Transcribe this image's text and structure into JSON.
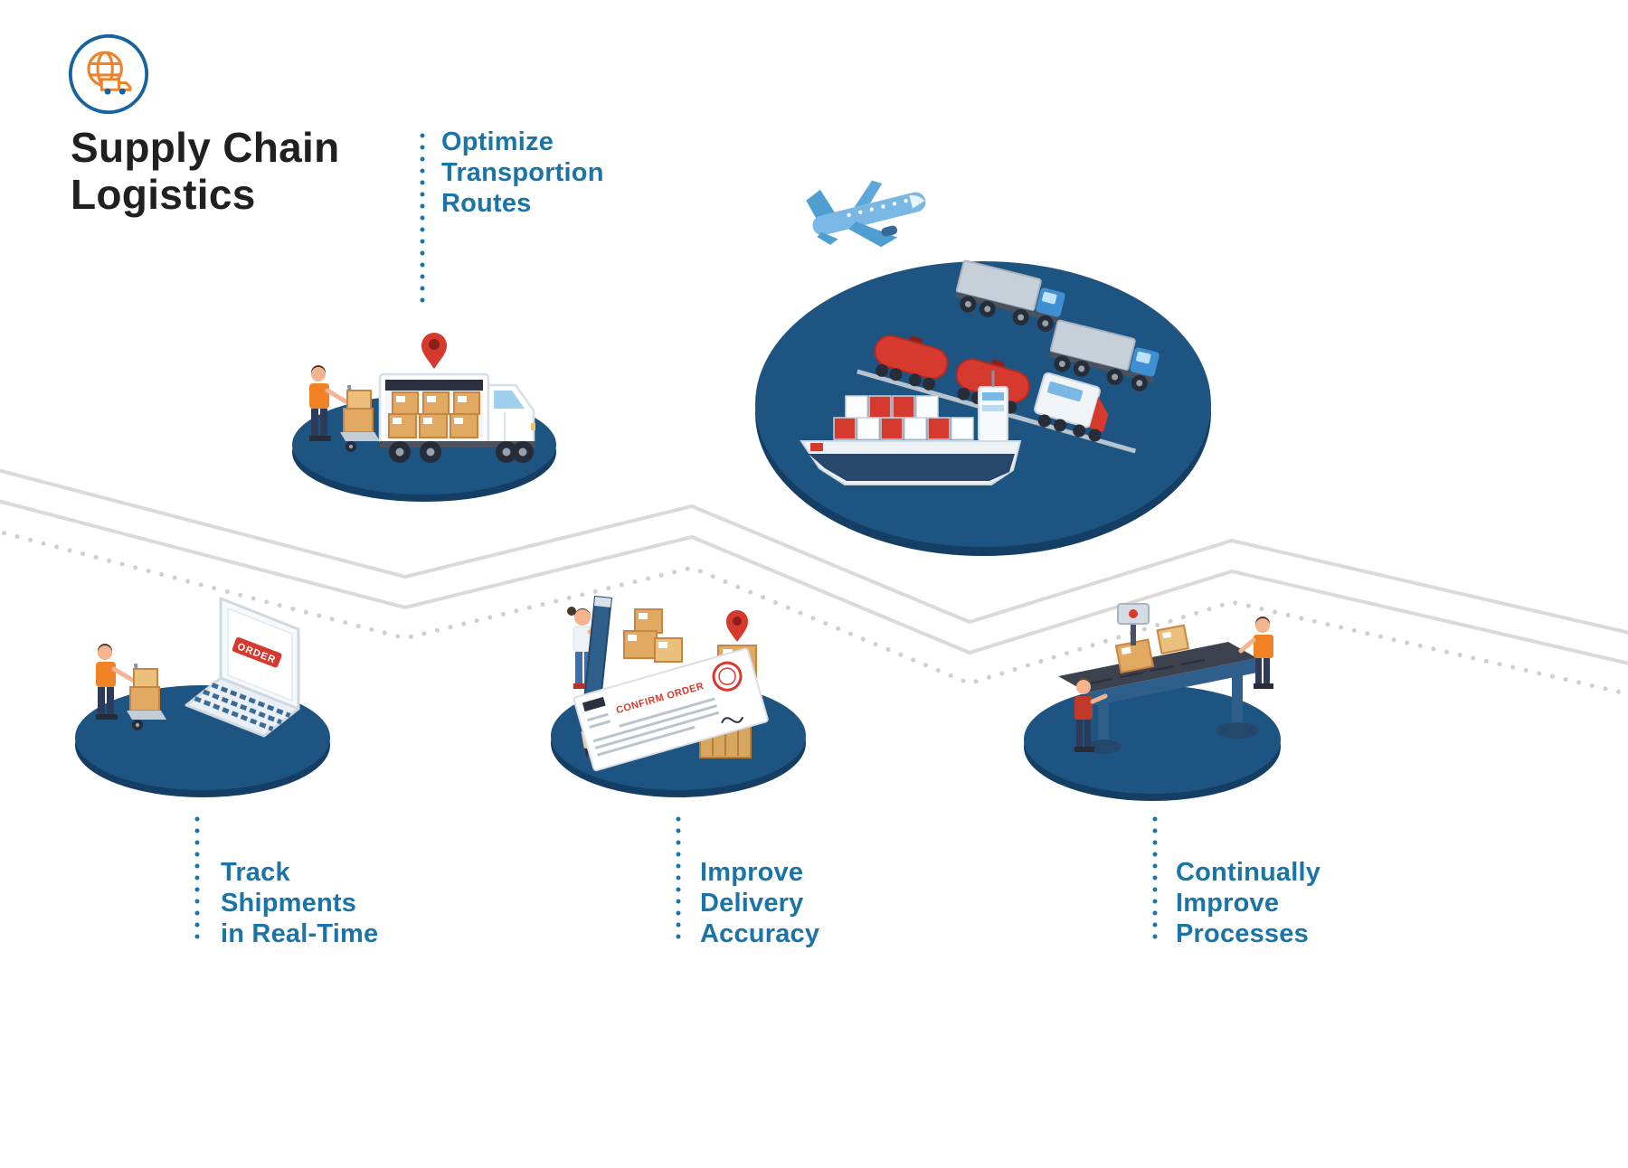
{
  "title": {
    "line1": "Supply Chain",
    "line2": "Logistics"
  },
  "logo": {
    "icon": "globe-truck-icon"
  },
  "steps": [
    {
      "id": "optimize-routes",
      "lines": [
        "Optimize",
        "Transportion",
        "Routes"
      ]
    },
    {
      "id": "track-shipments",
      "lines": [
        "Track",
        "Shipments",
        "in Real-Time"
      ]
    },
    {
      "id": "improve-delivery",
      "lines": [
        "Improve",
        "Delivery",
        "Accuracy"
      ]
    },
    {
      "id": "improve-processes",
      "lines": [
        "Continually",
        "Improve",
        "Processes"
      ]
    }
  ],
  "scenes": {
    "truck_loading": {
      "icon": "delivery-truck-icon"
    },
    "transport_hub": {
      "icons": [
        "airplane-icon",
        "cargo-ship-icon",
        "freight-train-icon",
        "truck-icon"
      ]
    },
    "order_laptop": {
      "icon": "laptop-icon",
      "screen_text": "ORDER"
    },
    "delivery_document": {
      "icon": "invoice-icon",
      "stamp_text": "CONFIRM ORDER"
    },
    "conveyor": {
      "icon": "conveyor-belt-icon"
    }
  },
  "colors": {
    "platform_navy": "#1d5482",
    "platform_rim": "#143e63",
    "label_blue": "#1a74a8",
    "title_black": "#221f1f",
    "accent_orange": "#f08124",
    "accent_red": "#d63a2f",
    "box_tan": "#e2a963",
    "plane_blue": "#79b8e4",
    "route_gray": "#d9d9d9"
  }
}
